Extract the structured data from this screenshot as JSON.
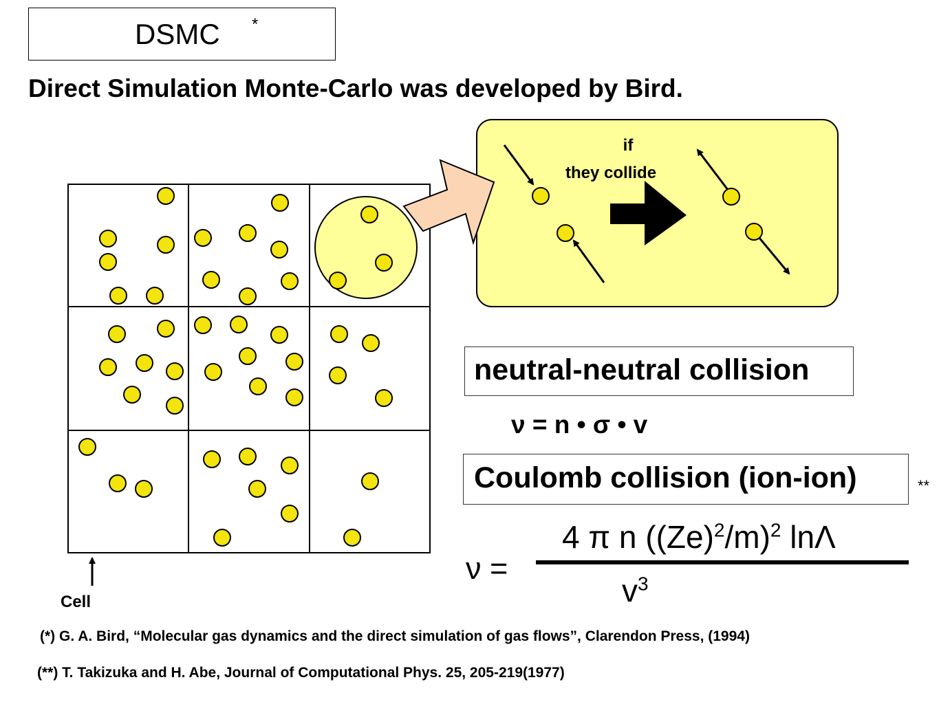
{
  "title": {
    "text": "DSMC",
    "marker": "*"
  },
  "subtitle": "Direct Simulation Monte-Carlo was developed by Bird.",
  "inset": {
    "line1": "if",
    "line2": "they collide"
  },
  "grid": {
    "label": "Cell"
  },
  "neutral": {
    "label": "neutral-neutral collision",
    "formula": "ν = n • σ • v"
  },
  "coulomb": {
    "label": "Coulomb collision (ion-ion)",
    "marker": "**",
    "lhs": "ν =",
    "numerator_a": "4 π  n ((Ze)",
    "sup1": "2",
    "numerator_b": "/m)",
    "sup2": "2",
    "numerator_c": " lnΛ",
    "denominator": "v",
    "denominator_sup": "3"
  },
  "references": [
    "(*) G. A. Bird, “Molecular gas dynamics and the direct simulation of gas flows”, Clarendon Press, (1994)",
    "(**) T. Takizuka and H. Abe, Journal of Computational Phys. 25, 205-219(1977)"
  ],
  "colors": {
    "particle": "#f2e40c",
    "inset_bg": "#ffff99",
    "callout_arrow": "#fcd5b5"
  }
}
